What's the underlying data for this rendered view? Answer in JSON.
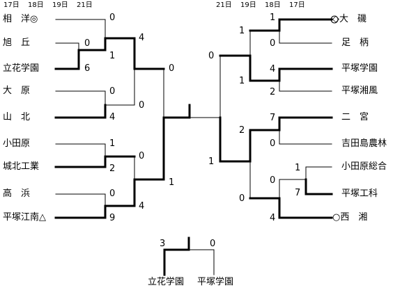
{
  "headers": {
    "left": [
      "17日",
      "18日",
      "19日",
      "21日"
    ],
    "right": [
      "21日",
      "19日",
      "18日",
      "17日"
    ]
  },
  "teams_left": [
    {
      "name": "相　洋",
      "mark": "◎"
    },
    {
      "name": "旭　丘",
      "mark": ""
    },
    {
      "name": "立花学園",
      "mark": ""
    },
    {
      "name": "大　原",
      "mark": ""
    },
    {
      "name": "山　北",
      "mark": ""
    },
    {
      "name": "小田原",
      "mark": ""
    },
    {
      "name": "城北工業",
      "mark": ""
    },
    {
      "name": "高　浜",
      "mark": ""
    },
    {
      "name": "平塚江南",
      "mark": "△"
    }
  ],
  "teams_right": [
    {
      "name": "大　磯",
      "mark": "◇"
    },
    {
      "name": "足　柄",
      "mark": ""
    },
    {
      "name": "平塚学園",
      "mark": ""
    },
    {
      "name": "平塚湘風",
      "mark": ""
    },
    {
      "name": "二　宮",
      "mark": ""
    },
    {
      "name": "吉田島農林",
      "mark": ""
    },
    {
      "name": "小田原総合",
      "mark": ""
    },
    {
      "name": "平塚工科",
      "mark": ""
    },
    {
      "name": "西　湘",
      "mark": "○"
    }
  ],
  "scores": {
    "l1": "0",
    "l2": "0",
    "l3": "6",
    "l4": "1",
    "l5": "4",
    "l6": "0",
    "l7": "0",
    "l8": "4",
    "l9": "0",
    "l10": "1",
    "l11": "2",
    "l12": "0",
    "l13": "0",
    "l14": "9",
    "l15": "4",
    "l16": "1",
    "r1": "1",
    "r2": "0",
    "r3": "1",
    "r4": "4",
    "r5": "1",
    "r6": "2",
    "r7": "0",
    "r8": "7",
    "r9": "0",
    "r10": "2",
    "r11": "1",
    "r12": "1",
    "r13": "0",
    "r14": "7",
    "r15": "0",
    "r16": "4"
  },
  "final": {
    "score_left": "3",
    "score_right": "0",
    "team_left": "立花学園",
    "team_right": "平塚学園"
  }
}
